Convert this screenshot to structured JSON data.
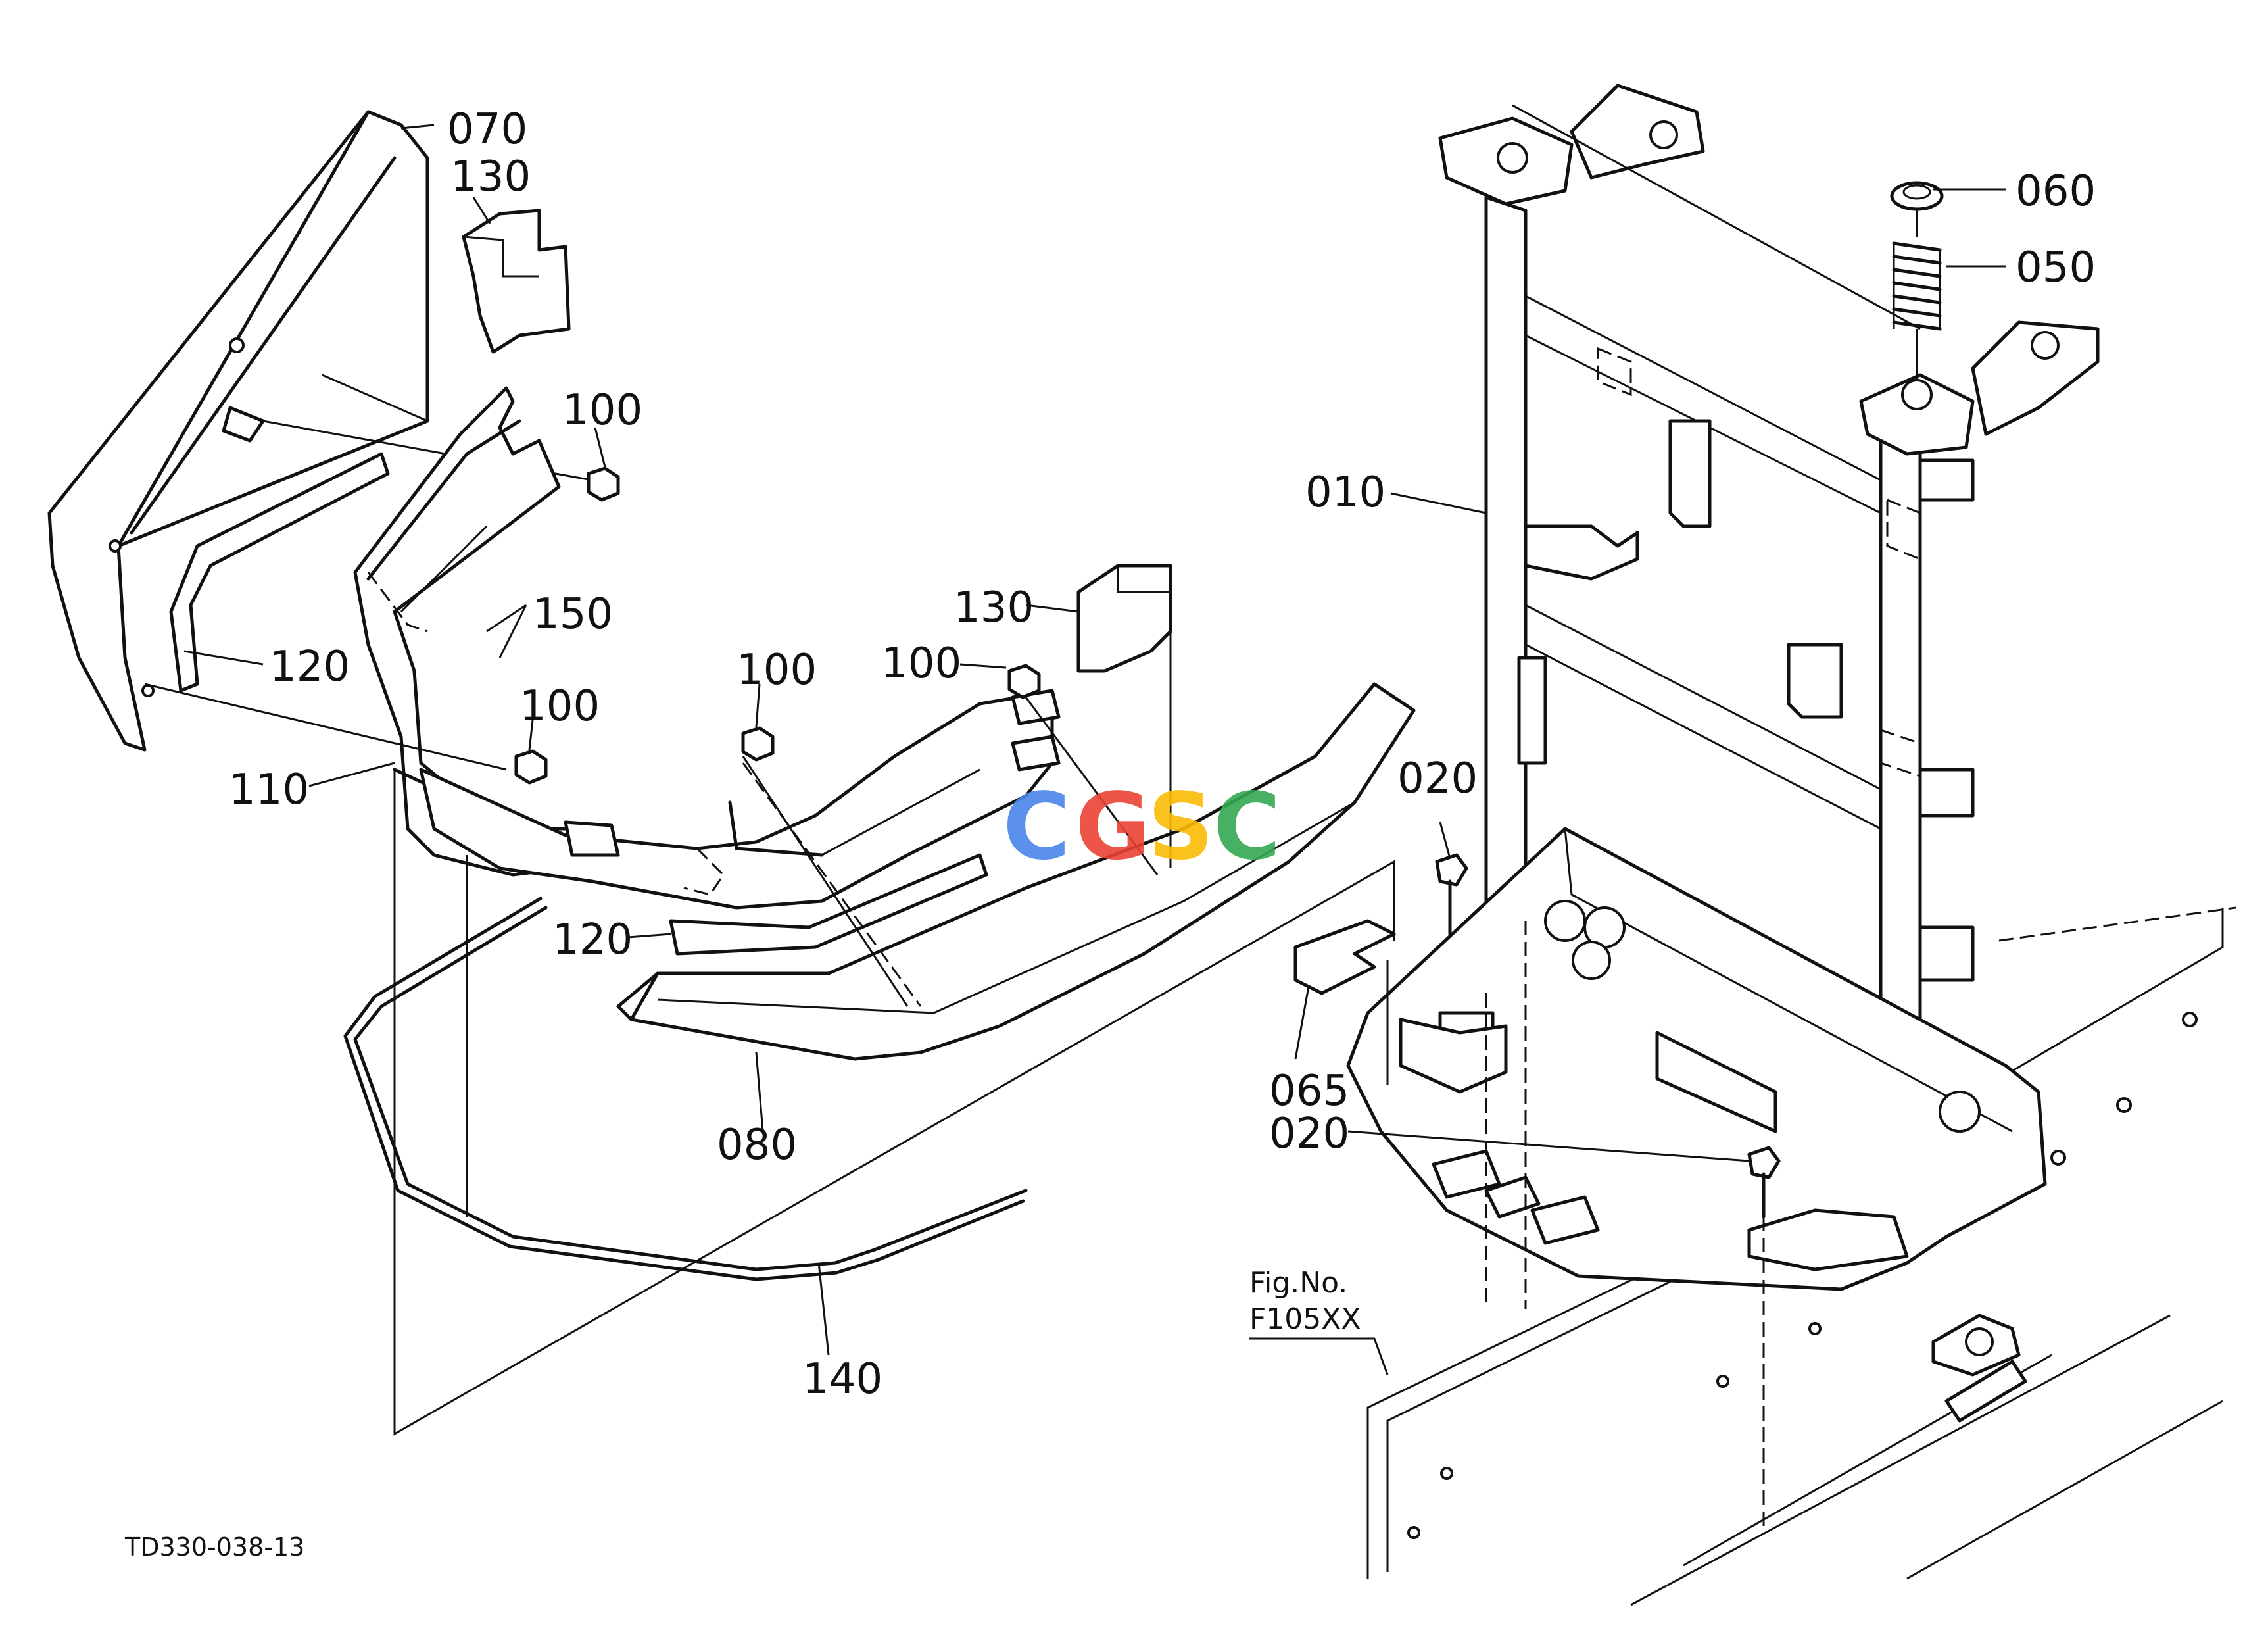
{
  "callouts": {
    "p070": "070",
    "p130a": "130",
    "p100a": "100",
    "p150": "150",
    "p120a": "120",
    "p110": "110",
    "p100b": "100",
    "p100c": "100",
    "p100d": "100",
    "p130b": "130",
    "p120b": "120",
    "p080": "080",
    "p140": "140",
    "p010": "010",
    "p060": "060",
    "p050": "050",
    "p020a": "020",
    "p065": "065",
    "p020b": "020"
  },
  "fig_ref": {
    "line1": "Fig.No.",
    "line2": "F105XX"
  },
  "drawing_code": "TD330-038-13",
  "watermark": {
    "letters": [
      "C",
      "G",
      "S",
      "C"
    ],
    "colors": [
      "#4a86e8",
      "#ea4335",
      "#fbbc05",
      "#34a853"
    ]
  }
}
